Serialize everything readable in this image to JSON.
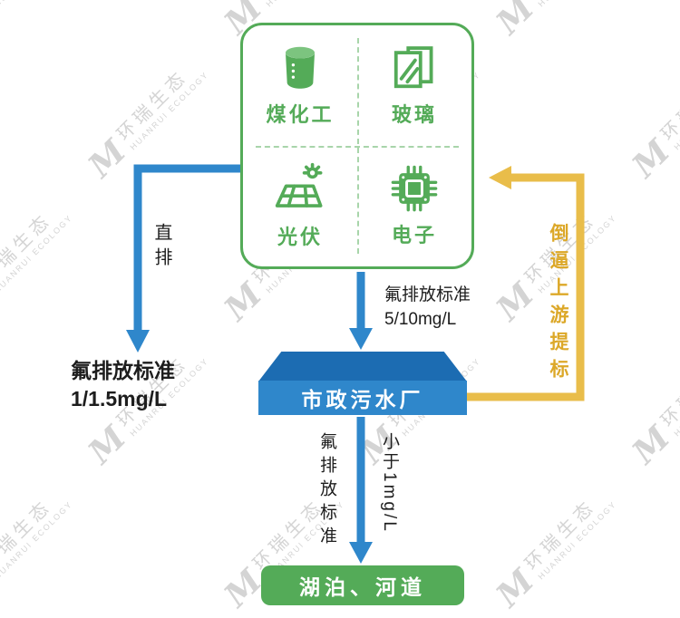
{
  "watermark": {
    "logo": "M",
    "cn": "环瑞生态",
    "en": "HUANRUI ECOLOGY"
  },
  "colors": {
    "green": "#54ab58",
    "green_dash": "#a8d5aa",
    "blue": "#2f87cb",
    "blue_dark": "#1c6cb2",
    "yellow": "#e9bd4a",
    "yellow_text": "#dca829",
    "text": "#1d1d1d"
  },
  "industry_box": {
    "items": [
      {
        "label": "煤化工",
        "icon": "storage-tank-icon"
      },
      {
        "label": "玻璃",
        "icon": "glass-panes-icon"
      },
      {
        "label": "光伏",
        "icon": "solar-panel-icon"
      },
      {
        "label": "电子",
        "icon": "cpu-chip-icon"
      }
    ]
  },
  "direct_discharge": {
    "arrow_label": "直排",
    "standard_title": "氟排放标准",
    "standard_value": "1/1.5mg/L"
  },
  "to_plant": {
    "standard_title": "氟排放标准",
    "standard_value": "5/10mg/L"
  },
  "plant": {
    "label": "市政污水厂"
  },
  "feedback": {
    "label": "倒逼上游提标"
  },
  "to_lake": {
    "standard_label": "氟排放标准",
    "limit_label": "小于1mg/L"
  },
  "destination": {
    "label": "湖泊、河道"
  }
}
